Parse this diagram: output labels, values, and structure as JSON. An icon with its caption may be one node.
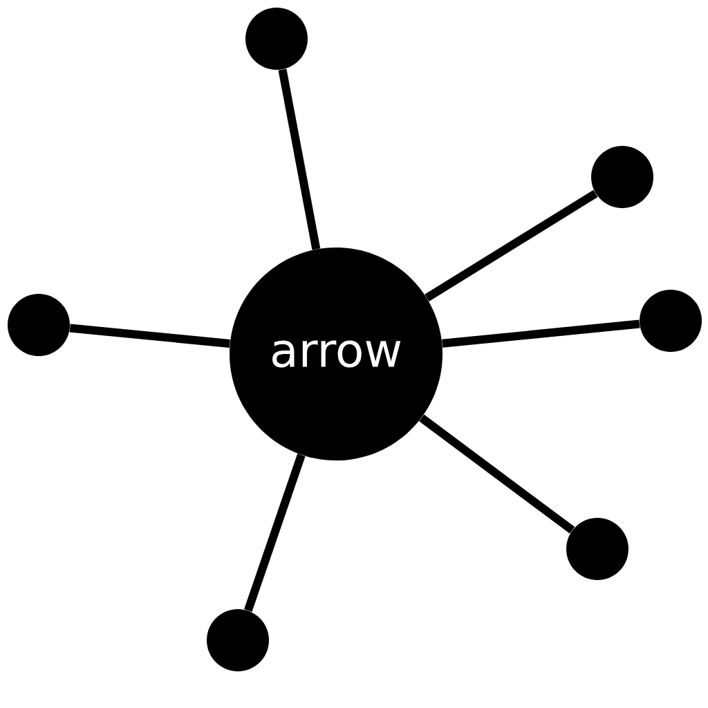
{
  "diagram": {
    "nodes": [
      {
        "text": [
          "arrow"
        ]
      },
      {
        "text": [],
        "shape": "circle"
      },
      {
        "text": [],
        "shape": "circle"
      },
      {
        "text": [],
        "shape": "circle"
      },
      {
        "text": [],
        "shape": "circle"
      },
      {
        "text": [],
        "shape": "circle"
      },
      {
        "text": [],
        "shape": "circle"
      }
    ],
    "edges": [
      {
        "from": 0,
        "to": 1,
        "arrow": "none"
      },
      {
        "from": 0,
        "to": 2,
        "arrow": "none"
      },
      {
        "from": 0,
        "to": 3,
        "arrow": "none"
      },
      {
        "from": 0,
        "to": 4,
        "arrow": "none"
      },
      {
        "from": 0,
        "to": 5,
        "arrow": "none"
      },
      {
        "from": 0,
        "to": 6,
        "arrow": "none"
      }
    ]
  }
}
